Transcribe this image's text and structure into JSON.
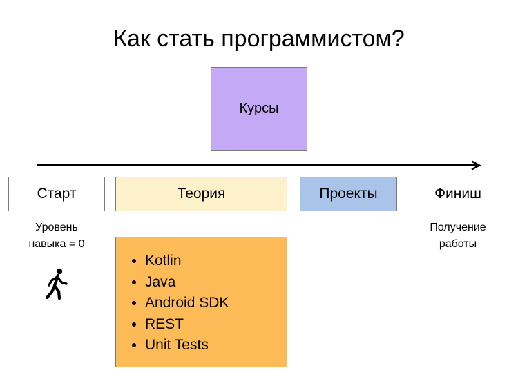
{
  "title": "Как стать программистом?",
  "nodes": {
    "courses": "Курсы",
    "start": "Старт",
    "theory": "Теория",
    "projects": "Проекты",
    "finish": "Финиш"
  },
  "notes": {
    "start_line1": "Уровень",
    "start_line2": "навыка = 0",
    "finish_line1": "Получение",
    "finish_line2": "работы"
  },
  "skills": [
    "Kotlin",
    "Java",
    "Android SDK",
    "REST",
    "Unit Tests"
  ],
  "icons": {
    "walker": "walking-person-icon",
    "arrow": "timeline-arrow"
  },
  "colors": {
    "courses": "#c4a9f7",
    "theory": "#fdf1cc",
    "projects": "#a9c4e8",
    "skills": "#fdbb58"
  }
}
